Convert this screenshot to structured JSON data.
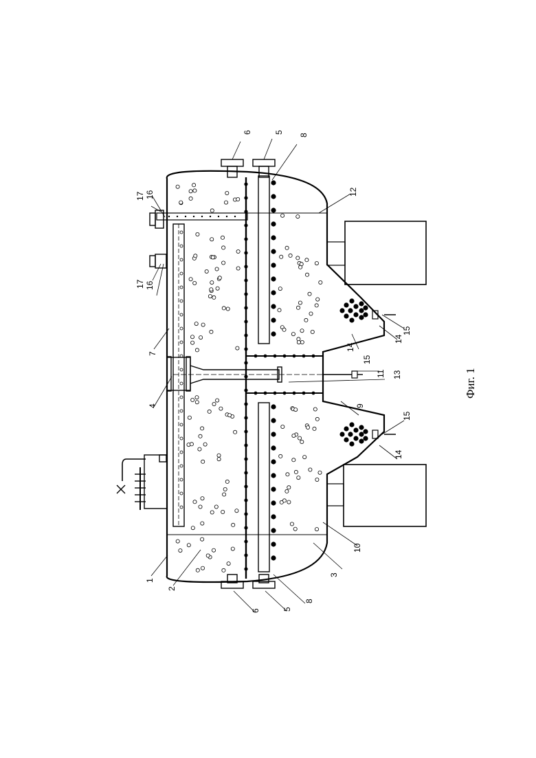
{
  "figure": {
    "caption": "Фиг. 1",
    "labels": {
      "l1": "1",
      "l2": "2",
      "l3": "3",
      "l4": "4",
      "l5a": "5",
      "l5b": "5",
      "l6a": "6",
      "l6b": "6",
      "l7": "7",
      "l8a": "8",
      "l8b": "8",
      "l9": "9",
      "l10": "10",
      "l11": "11",
      "l12": "12",
      "l13": "13",
      "l14a": "14",
      "l14b": "14",
      "l14c": "14",
      "l15a": "15",
      "l15b": "15",
      "l15c": "15",
      "l16a": "16",
      "l16b": "16",
      "l17a": "17",
      "l17b": "17"
    }
  }
}
